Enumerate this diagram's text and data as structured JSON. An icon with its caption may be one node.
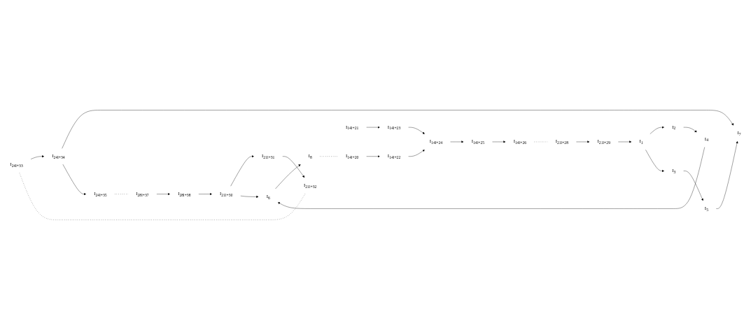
{
  "diagram": {
    "nodes": [
      {
        "text": [
          "I$_{28l+37}$"
        ]
      },
      {
        "text": [
          "I$_{28l+38}$"
        ]
      },
      {
        "text": [
          "I$_{1}$"
        ]
      },
      {
        "text": [
          "I$_{2}$"
        ]
      },
      {
        "text": [
          "I$_{3}$"
        ]
      },
      {
        "text": [
          "I$_{4}$"
        ]
      },
      {
        "text": [
          "I$_{5}$"
        ]
      },
      {
        "text": [
          "I$_{6}$"
        ]
      },
      {
        "text": [
          "I$_{24l+35}$"
        ]
      },
      {
        "text": [
          "I$_{24l+34}$"
        ]
      },
      {
        "text": [
          "I$_{7}$"
        ]
      },
      {
        "text": [
          "I$_{8}$"
        ]
      },
      {
        "text": [
          "I$_{24l+33}$"
        ]
      },
      {
        "text": [
          "I$_{21l+32}$"
        ]
      },
      {
        "text": [
          "I$_{14l+20}$"
        ]
      },
      {
        "text": [
          "I$_{14l+21}$"
        ]
      },
      {
        "text": [
          "I$_{21l+31}$"
        ]
      },
      {
        "text": [
          "I$_{21l+30}$"
        ]
      },
      {
        "text": [
          "I$_{21l+29}$"
        ]
      },
      {
        "text": [
          "I$_{21l+28}$"
        ]
      },
      {
        "text": [
          "I$_{14l+26}$"
        ]
      },
      {
        "text": [
          "I$_{14l+25}$"
        ]
      },
      {
        "text": [
          "I$_{14l+24}$"
        ]
      },
      {
        "text": [
          "I$_{14l+23}$"
        ]
      },
      {
        "text": [
          "I$_{14l+22}$"
        ]
      }
    ],
    "edges": [
      {
        "from": 0,
        "to": 1,
        "arrow": "to"
      },
      {
        "from": 1,
        "to": 17,
        "arrow": "to"
      },
      {
        "from": 2,
        "to": 3,
        "arrow": "to"
      },
      {
        "from": 2,
        "to": 4,
        "arrow": "to"
      },
      {
        "from": 3,
        "to": 5,
        "arrow": "to"
      },
      {
        "from": 4,
        "to": 6,
        "arrow": "to"
      },
      {
        "from": 5,
        "to": 7,
        "arrow": "to"
      },
      {
        "from": 6,
        "to": 10,
        "arrow": "to"
      },
      {
        "from": 7,
        "to": 11,
        "arrow": "to"
      },
      {
        "from": 9,
        "to": 10,
        "arrow": "to"
      },
      {
        "from": 9,
        "to": 8,
        "arrow": "to"
      },
      {
        "from": 12,
        "to": 9,
        "arrow": "to"
      },
      {
        "from": 16,
        "to": 13,
        "arrow": "to"
      },
      {
        "from": 17,
        "to": 16,
        "arrow": "to"
      },
      {
        "from": 17,
        "to": 7,
        "arrow": "to"
      },
      {
        "from": 18,
        "to": 2,
        "arrow": "to"
      },
      {
        "from": 19,
        "to": 18,
        "arrow": "to"
      },
      {
        "from": 20,
        "to": 19,
        "arrow": "none",
        "style": "dashed"
      },
      {
        "from": 21,
        "to": 20,
        "arrow": "to"
      },
      {
        "from": 22,
        "to": 21,
        "arrow": "to"
      },
      {
        "from": 23,
        "to": 22,
        "arrow": "to"
      },
      {
        "from": 24,
        "to": 22,
        "arrow": "to"
      },
      {
        "from": 15,
        "to": 23,
        "arrow": "to"
      },
      {
        "from": 14,
        "to": 24,
        "arrow": "to"
      },
      {
        "from": 8,
        "to": 0,
        "arrow": "none",
        "style": "dashed"
      },
      {
        "from": 12,
        "to": 13,
        "arrow": "none",
        "style": "dashed"
      },
      {
        "from": 11,
        "to": 14,
        "arrow": "none",
        "style": "dashed"
      }
    ]
  }
}
